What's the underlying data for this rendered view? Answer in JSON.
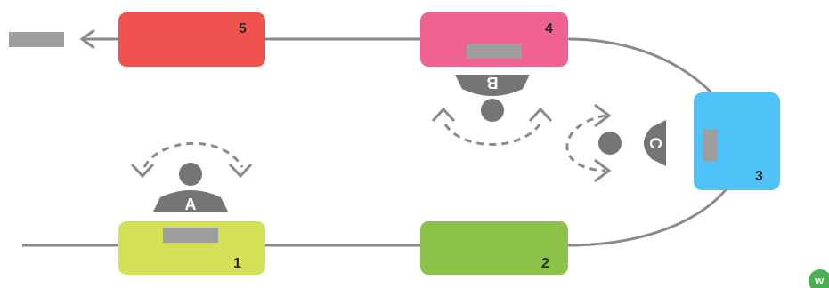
{
  "stations": [
    {
      "number": "1",
      "color": "#d4e157"
    },
    {
      "number": "2",
      "color": "#8bc34a"
    },
    {
      "number": "3",
      "color": "#4fc3f7"
    },
    {
      "number": "4",
      "color": "#f06292"
    },
    {
      "number": "5",
      "color": "#ef5350"
    }
  ],
  "workers": [
    {
      "letter": "A"
    },
    {
      "letter": "B"
    },
    {
      "letter": "C"
    }
  ],
  "colors": {
    "line": "#8a8a8a",
    "worker": "#757575",
    "part": "#9e9e9e",
    "logo": "#4caf50"
  },
  "logo": {
    "text": "w"
  }
}
